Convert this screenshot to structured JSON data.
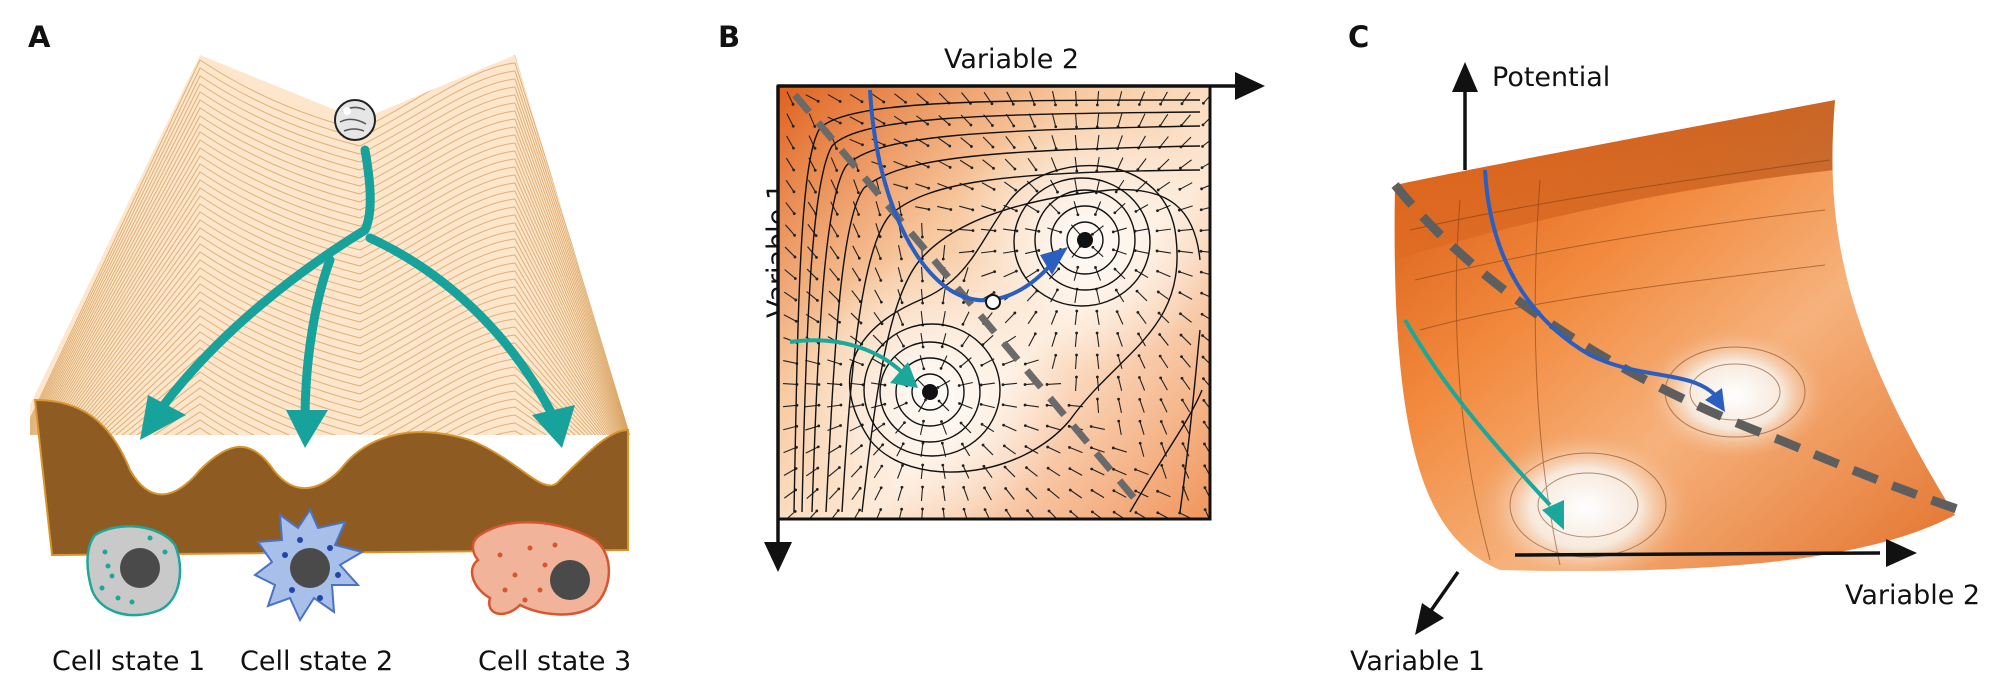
{
  "panels": {
    "a": {
      "letter": "A",
      "cell_states": [
        "Cell state 1",
        "Cell state 2",
        "Cell state 3"
      ]
    },
    "b": {
      "letter": "B",
      "x_axis_label": "Variable 2",
      "y_axis_label": "Variable 1"
    },
    "c": {
      "letter": "C",
      "z_axis_label": "Potential",
      "x_axis_label": "Variable 2",
      "y_axis_label": "Variable 1"
    }
  },
  "colors": {
    "ridge_fill": "#fbe3c6",
    "ridge_line": "#c8842e",
    "base_brown": "#8a5a22",
    "teal": "#1aa5a0",
    "blue": "#2a5fbf",
    "orange_dark": "#d9601a",
    "orange_light": "#fbe8d4",
    "cell1": "#1ba89b",
    "cell2": "#5d86d6",
    "cell3": "#d7562e"
  },
  "icons": [
    "ball-icon",
    "cell-state-1-icon",
    "cell-state-2-icon",
    "cell-state-3-icon"
  ]
}
